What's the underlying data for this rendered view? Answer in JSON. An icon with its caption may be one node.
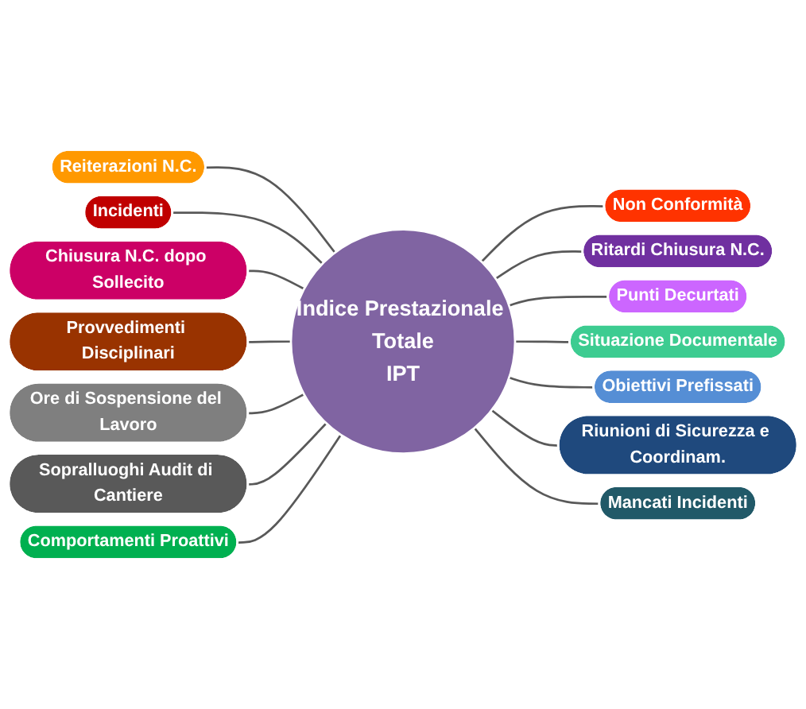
{
  "diagram": {
    "nodes": [
      {
        "text": [
          "Indice Prestazionale Totale",
          "IPT"
        ]
      },
      {
        "text": [
          "Non Conformità"
        ]
      },
      {
        "text": [
          "Ritardi Chiusura N.C."
        ]
      },
      {
        "text": [
          "Punti Decurtati"
        ]
      },
      {
        "text": [
          "Situazione Documentale"
        ]
      },
      {
        "text": [
          "Obiettivi Prefissati"
        ]
      },
      {
        "text": [
          "Riunioni di Sicurezza e Coordinam."
        ]
      },
      {
        "text": [
          "Mancati Incidenti"
        ]
      },
      {
        "text": [
          "Comportamenti Proattivi"
        ]
      },
      {
        "text": [
          "Sopralluoghi Audit di Cantiere"
        ]
      },
      {
        "text": [
          "Ore di Sospensione del Lavoro"
        ]
      },
      {
        "text": [
          "Provvedimenti Disciplinari"
        ]
      },
      {
        "text": [
          "Chiusura N.C. dopo Sollecito"
        ]
      },
      {
        "text": [
          "Incidenti"
        ]
      },
      {
        "text": [
          "Reiterazioni N.C."
        ]
      }
    ],
    "edges": [
      {
        "from": 0,
        "to": 1,
        "arrow": "none"
      },
      {
        "from": 0,
        "to": 2,
        "arrow": "none"
      },
      {
        "from": 0,
        "to": 3,
        "arrow": "none"
      },
      {
        "from": 0,
        "to": 4,
        "arrow": "none"
      },
      {
        "from": 0,
        "to": 5,
        "arrow": "none"
      },
      {
        "from": 0,
        "to": 6,
        "arrow": "none"
      },
      {
        "from": 0,
        "to": 7,
        "arrow": "none"
      },
      {
        "from": 14,
        "to": 0,
        "arrow": "none"
      },
      {
        "from": 13,
        "to": 0,
        "arrow": "none"
      },
      {
        "from": 12,
        "to": 0,
        "arrow": "none"
      },
      {
        "from": 11,
        "to": 0,
        "arrow": "none"
      },
      {
        "from": 10,
        "to": 0,
        "arrow": "none"
      },
      {
        "from": 9,
        "to": 0,
        "arrow": "none"
      },
      {
        "from": 8,
        "to": 0,
        "arrow": "none"
      }
    ]
  }
}
